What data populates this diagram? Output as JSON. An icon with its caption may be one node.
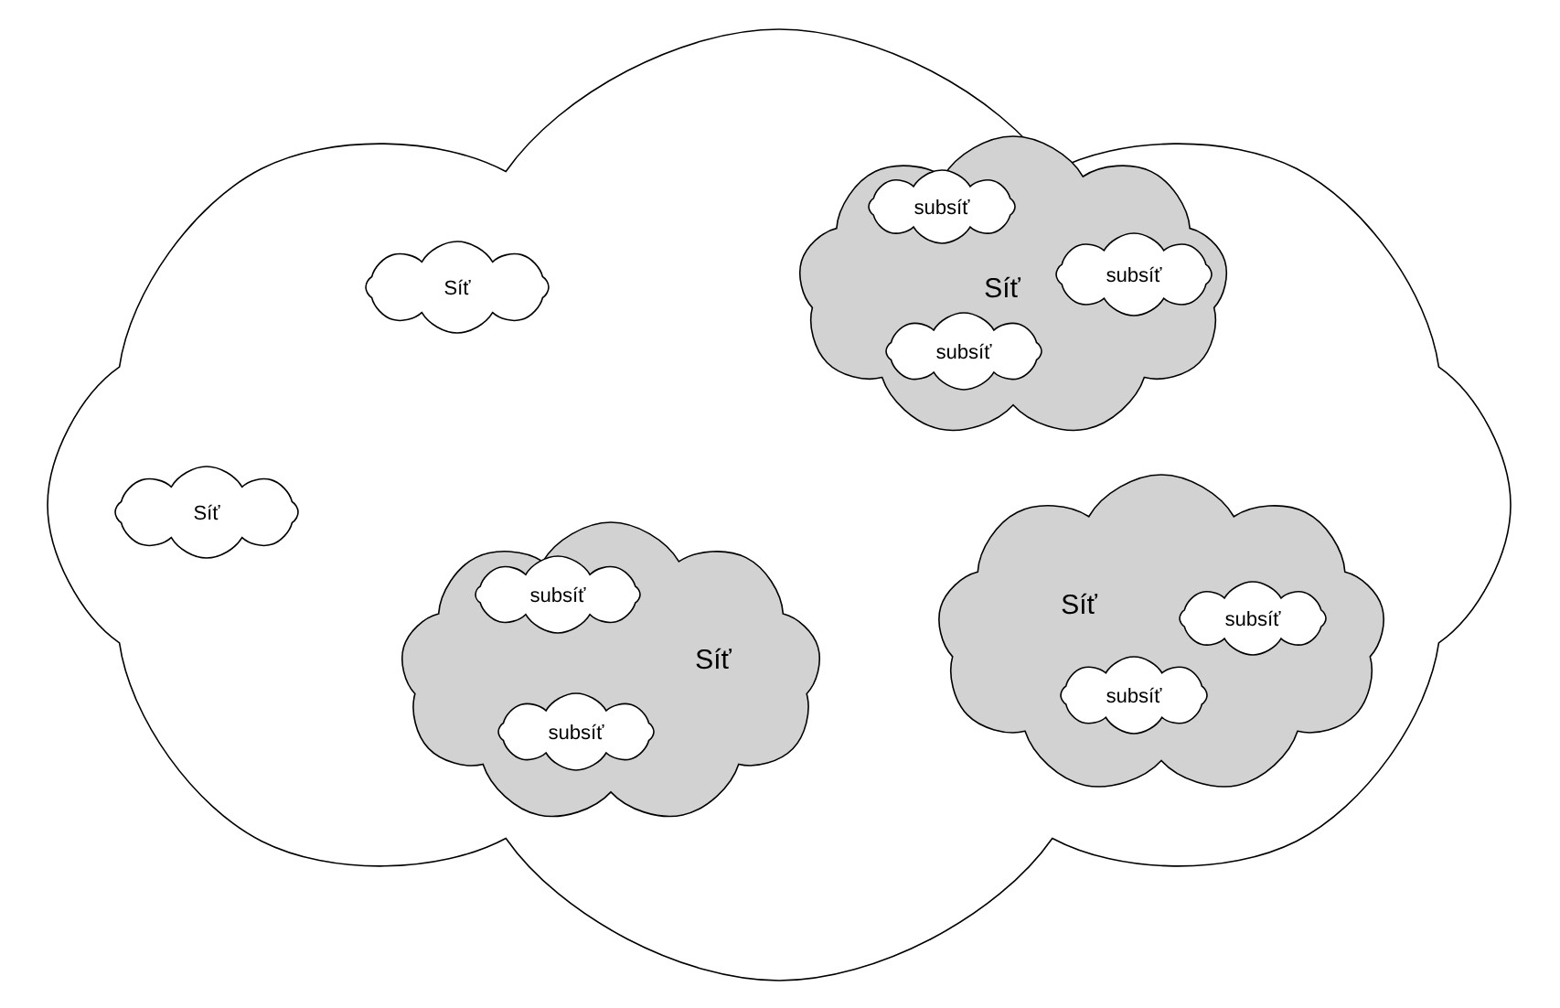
{
  "diagram": {
    "nodes": [
      {
        "text": [],
        "shape": "cloud"
      },
      {
        "text": [
          "Síť"
        ],
        "in": 0
      },
      {
        "text": [
          "Síť"
        ],
        "in": 0
      },
      {
        "text": [
          "subsíť"
        ],
        "in": 2
      },
      {
        "text": [
          "subsíť"
        ],
        "in": 2
      },
      {
        "text": [
          "subsíť"
        ],
        "in": 2
      },
      {
        "text": [
          "Síť"
        ],
        "in": 0
      },
      {
        "text": [
          "Síť"
        ],
        "in": 0
      },
      {
        "text": [
          "subsíť"
        ],
        "in": 7
      },
      {
        "text": [
          "subsíť"
        ],
        "in": 7
      },
      {
        "text": [
          "Síť"
        ],
        "in": 0
      },
      {
        "text": [
          "subsíť"
        ],
        "in": 10
      },
      {
        "text": [
          "subsíť"
        ],
        "in": 10
      }
    ]
  }
}
